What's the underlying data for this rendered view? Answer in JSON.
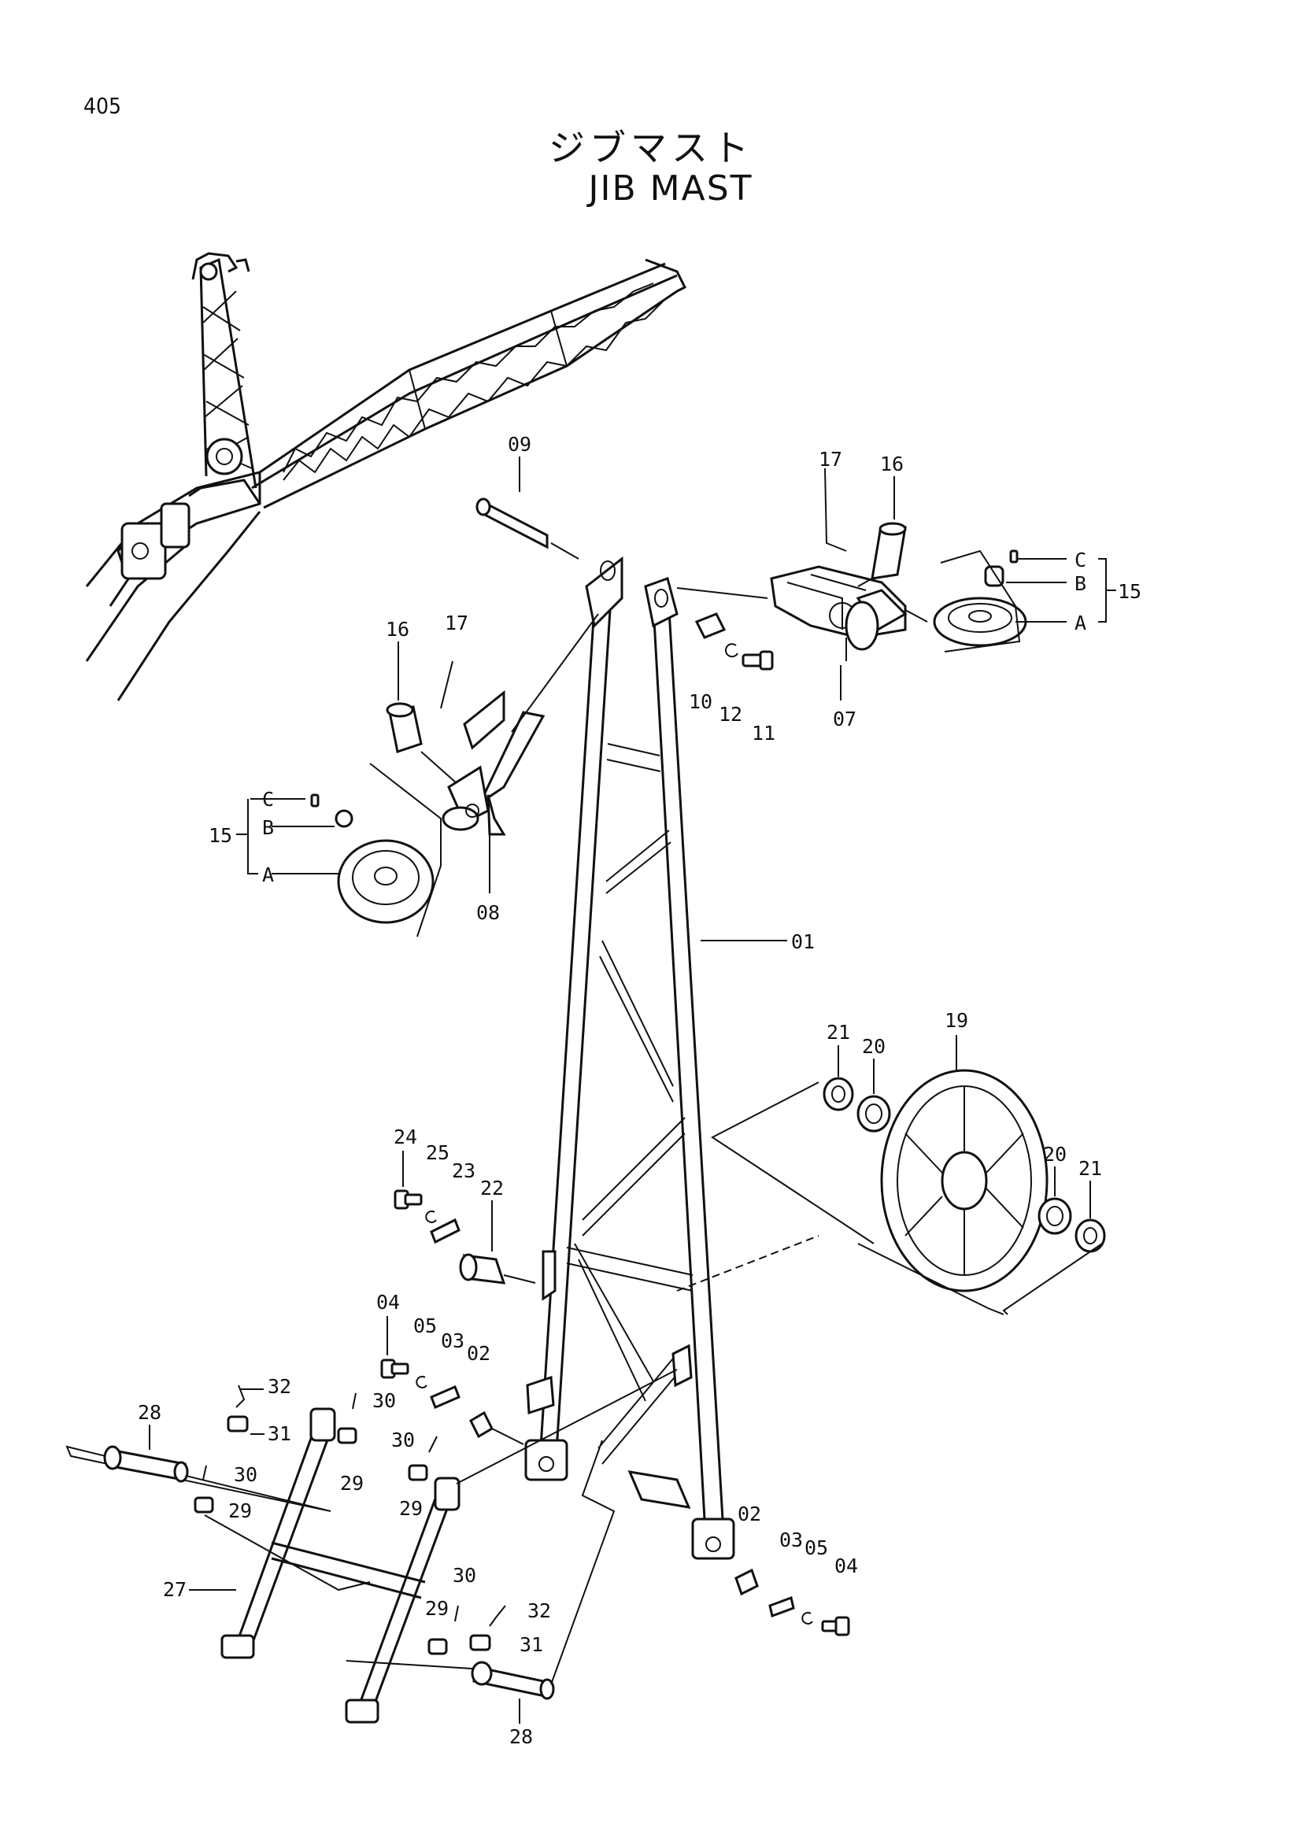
{
  "page_number": "405",
  "title_jp": "ジブマスト",
  "title_en": "JIB MAST",
  "labels": {
    "p01": "01",
    "p02a": "02",
    "p02b": "02",
    "p03a": "03",
    "p03b": "03",
    "p04a": "04",
    "p04b": "04",
    "p05a": "05",
    "p05b": "05",
    "p07": "07",
    "p08": "08",
    "p09": "09",
    "p10": "10",
    "p11": "11",
    "p12": "12",
    "p15a": "15",
    "p15b": "15",
    "p16a": "16",
    "p16b": "16",
    "p17a": "17",
    "p17b": "17",
    "p19": "19",
    "p20a": "20",
    "p20b": "20",
    "p21a": "21",
    "p21b": "21",
    "p22": "22",
    "p23": "23",
    "p24": "24",
    "p25": "25",
    "p27": "27",
    "p28a": "28",
    "p28b": "28",
    "p29a": "29",
    "p29b": "29",
    "p29c": "29",
    "p29d": "29",
    "p30a": "30",
    "p30b": "30",
    "p30c": "30",
    "p30d": "30",
    "p31a": "31",
    "p31b": "31",
    "p32a": "32",
    "p32b": "32",
    "subA1": "A",
    "subB1": "B",
    "subC1": "C",
    "subA2": "A",
    "subB2": "B",
    "subC2": "C"
  }
}
